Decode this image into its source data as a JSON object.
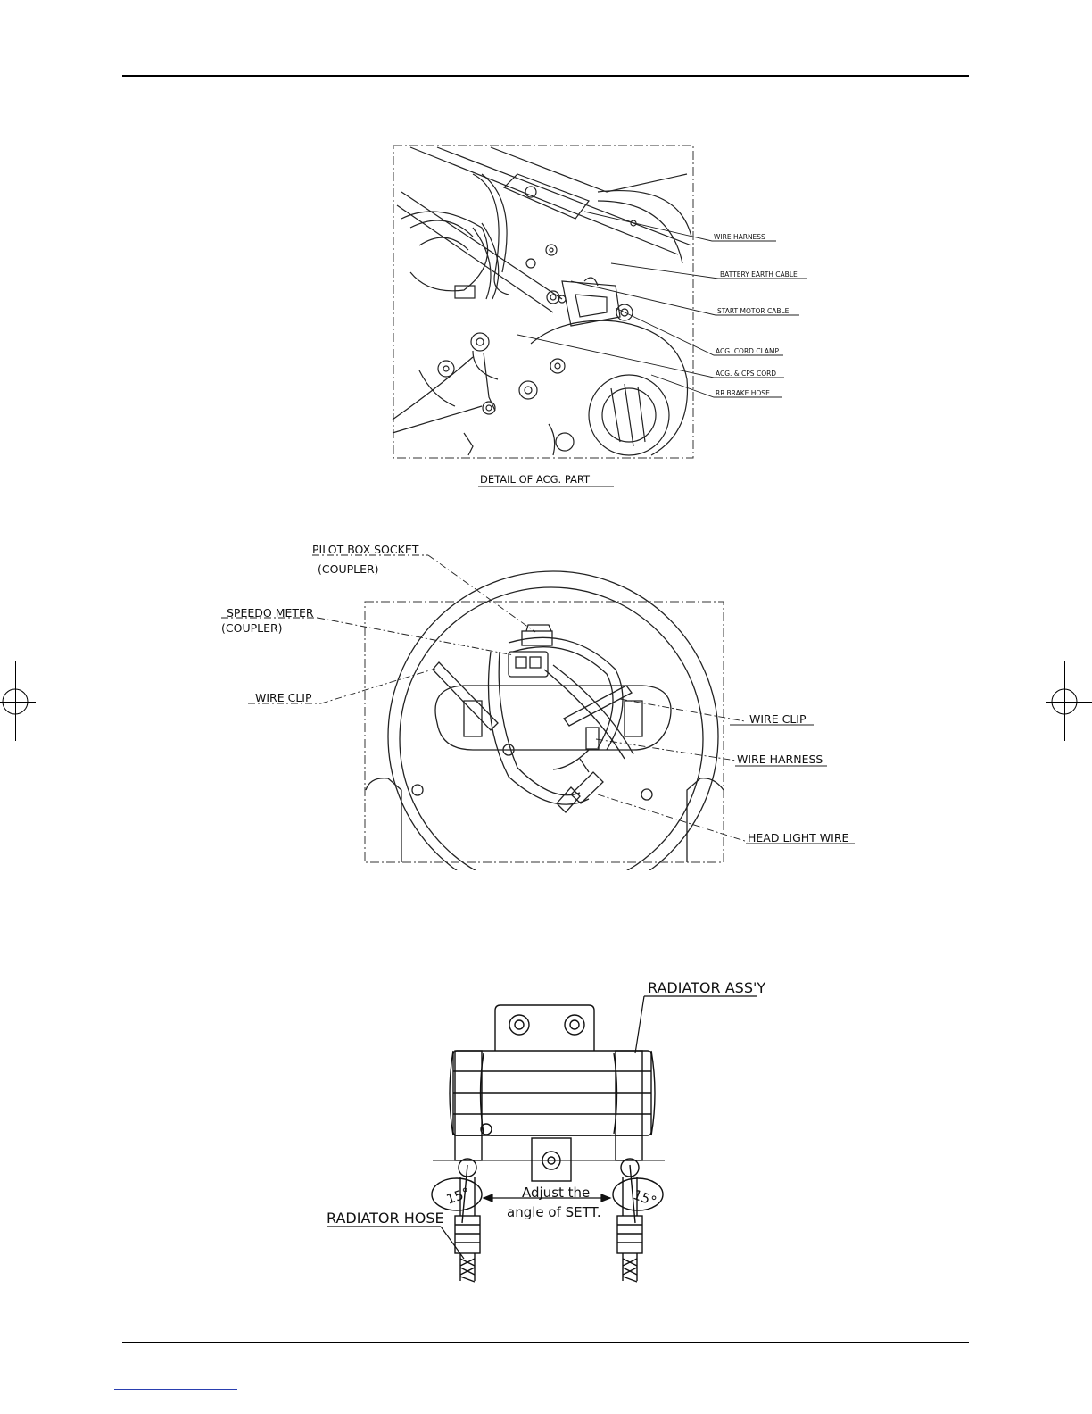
{
  "page": {
    "background": "#ffffff",
    "line_color": "#000000",
    "link_color": "#2a3fb0"
  },
  "figure1": {
    "caption": "DETAIL OF ACG.  PART",
    "labels": {
      "wire_harness": "WIRE HARNESS",
      "battery_earth_cable": "BATTERY EARTH CABLE",
      "start_motor_cable": "START MOTOR CABLE",
      "acg_cord_clamp": "ACG. CORD CLAMP",
      "acg_cps_cord": "ACG. & CPS CORD",
      "rr_brake_hose": "RR.BRAKE HOSE"
    }
  },
  "figure2": {
    "labels": {
      "pilot_box_socket": "PILOT BOX SOCKET",
      "pilot_box_coupler": "(COUPLER)",
      "speedo_meter": "SPEEDO METER",
      "speedo_coupler": "(COUPLER)",
      "wire_clip_left": "WIRE CLIP",
      "wire_clip_right": "WIRE CLIP",
      "wire_harness": "WIRE HARNESS",
      "head_light_wire": "HEAD LIGHT WIRE"
    }
  },
  "figure3": {
    "labels": {
      "radiator_assy": "RADIATOR ASS'Y",
      "radiator_hose": "RADIATOR HOSE",
      "adjust_line1": "Adjust the",
      "adjust_line2": "angle of SETT.",
      "angle_left": "15°",
      "angle_right": "15°"
    }
  }
}
